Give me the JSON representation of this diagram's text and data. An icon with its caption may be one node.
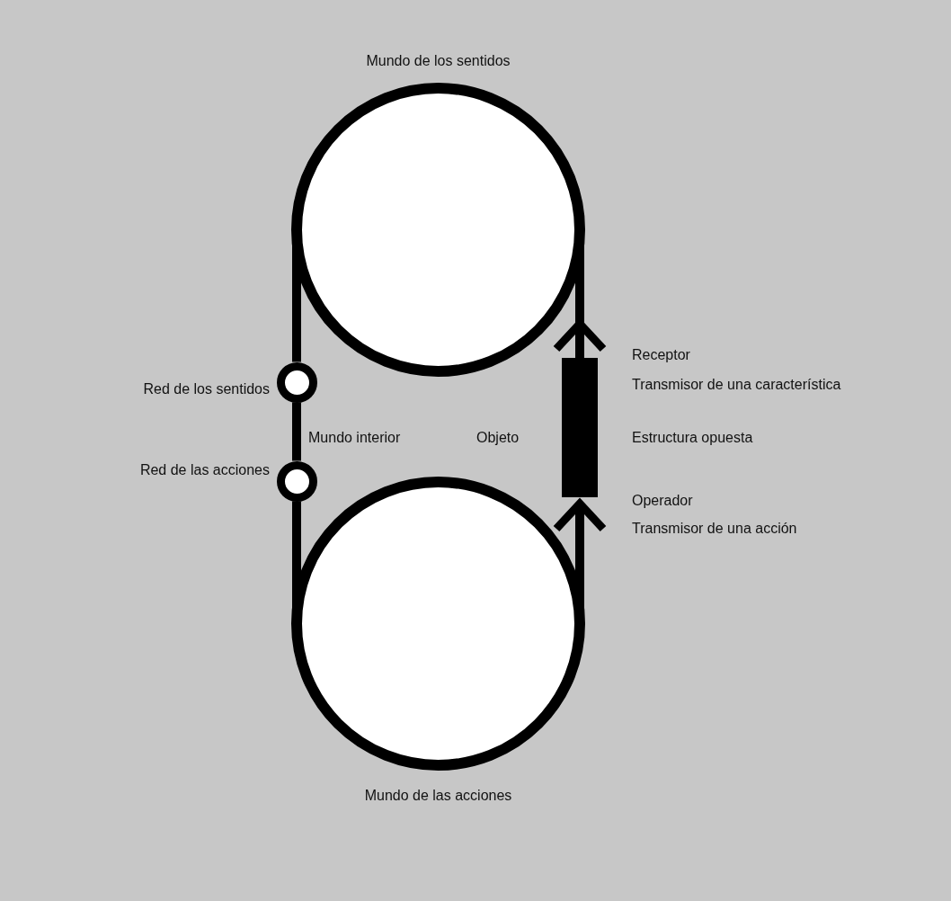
{
  "diagram": {
    "nodes": [
      {
        "text": [
          "Mundo de los sentidos"
        ]
      },
      {
        "text": [
          "Red de los sentidos"
        ]
      },
      {
        "text": [
          "Red de las acciones"
        ]
      },
      {
        "text": [
          "Mundo de las acciones"
        ]
      },
      {
        "text": [],
        "shape": "bar",
        "beside": [
          "Estructura opuesta"
        ]
      }
    ],
    "edges": [
      {
        "from": 0,
        "to": 1,
        "arrow": "none"
      },
      {
        "from": 1,
        "to": 2,
        "arrow": "none"
      },
      {
        "from": 2,
        "to": 3,
        "arrow": "none"
      },
      {
        "from": 3,
        "to": 4,
        "arrow": "to"
      },
      {
        "from": 0,
        "to": 4,
        "arrow": "other"
      }
    ],
    "labels": [
      "Receptor",
      "Transmisor de una característica",
      "Mundo interior",
      "Objeto",
      "Operador",
      "Transmisor de una acción"
    ]
  }
}
